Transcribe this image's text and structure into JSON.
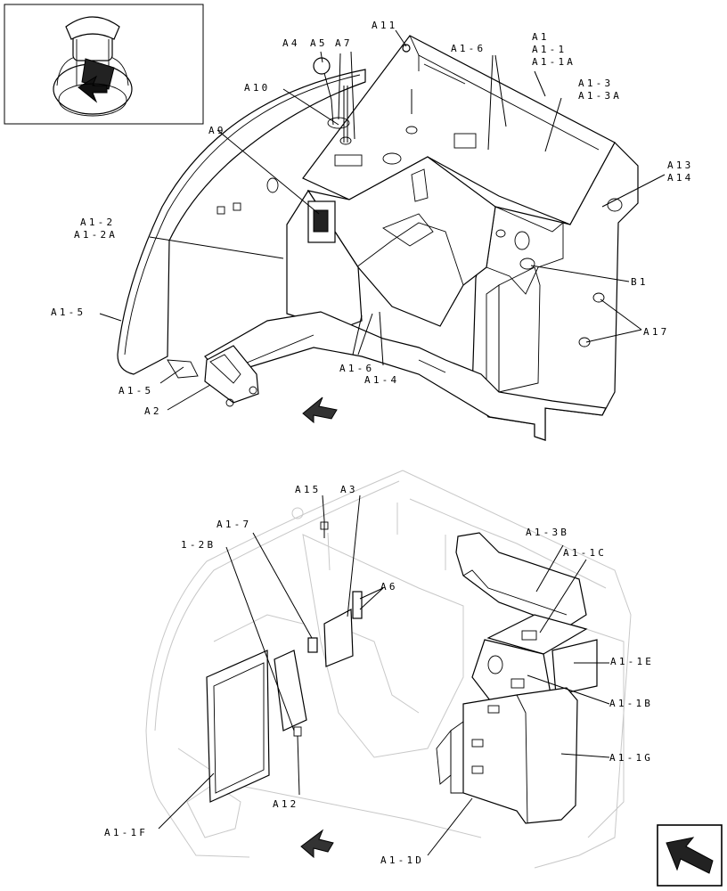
{
  "labels": {
    "a11": "A11",
    "a1": "A1",
    "a1_1": "A1-1",
    "a1_1a": "A1-1A",
    "a4": "A4",
    "a5": "A5",
    "a7": "A7",
    "a1_6_top": "A1-6",
    "a10": "A10",
    "a1_3": "A1-3",
    "a1_3a": "A1-3A",
    "a9": "A9",
    "a13": "A13",
    "a14": "A14",
    "a1_2": "A1-2",
    "a1_2a": "A1-2A",
    "b1": "B1",
    "a1_5_side": "A1-5",
    "a17": "A17",
    "a1_6_bottom": "A1-6",
    "a1_4": "A1-4",
    "a1_5_low": "A1-5",
    "a2": "A2",
    "a15": "A15",
    "a3": "A3",
    "a1_3b": "A1-3B",
    "a1_7": "A1-7",
    "n1_2b": "1-2B",
    "a1_1c": "A1-1C",
    "a6": "A6",
    "a1_1e": "A1-1E",
    "a1_1b": "A1-1B",
    "a1_1g": "A1-1G",
    "a12": "A12",
    "a1_1f": "A1-1F",
    "a1_1d": "A1-1D"
  },
  "icons": {
    "thumbnail": "machine-overview-thumbnail",
    "direction_top": "front-direction-arrow-icon",
    "direction_bottom": "front-direction-arrow-icon",
    "nav": "next-page-arrow-icon"
  }
}
